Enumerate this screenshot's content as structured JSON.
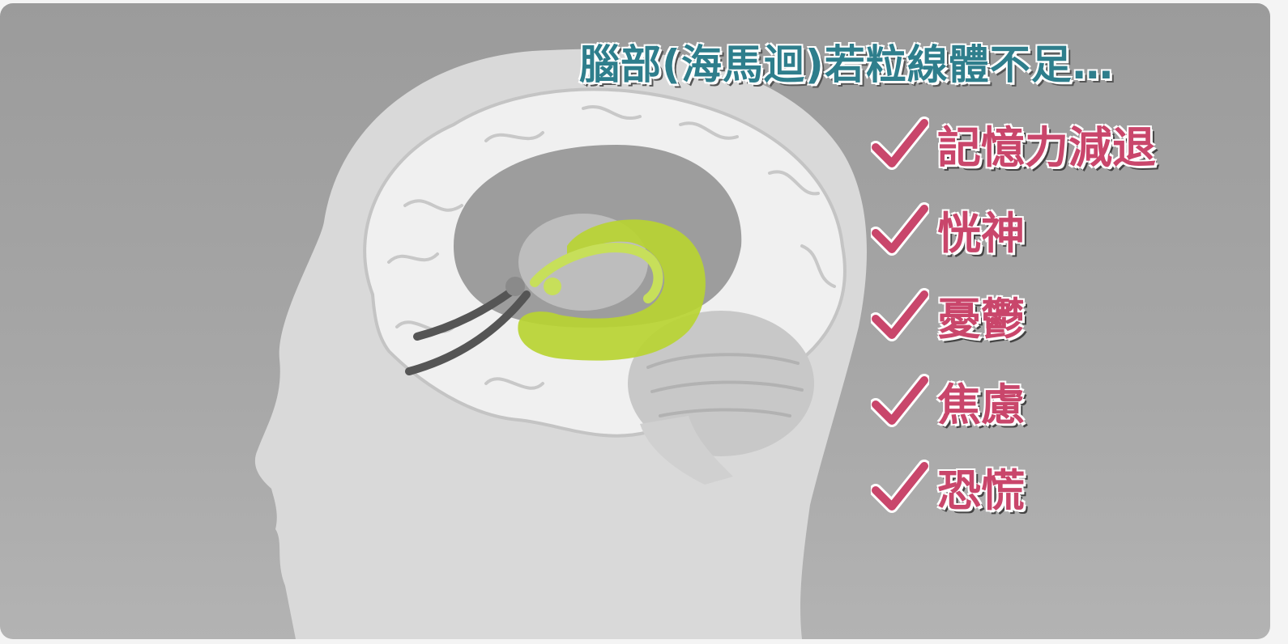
{
  "title": "腦部(海馬迴)若粒線體不足…",
  "symptoms": [
    {
      "label": "記憶力減退"
    },
    {
      "label": "恍神"
    },
    {
      "label": "憂鬱"
    },
    {
      "label": "焦慮"
    },
    {
      "label": "恐慌"
    }
  ],
  "colors": {
    "title": "#2e7e8c",
    "symptom_text": "#c9466b",
    "checkmark": "#c9466b",
    "hippocampus": "#b8d432",
    "head": "#d9d9d9"
  },
  "icons": {
    "check": "checkmark-icon",
    "figure": "head-profile-brain-illustration"
  }
}
